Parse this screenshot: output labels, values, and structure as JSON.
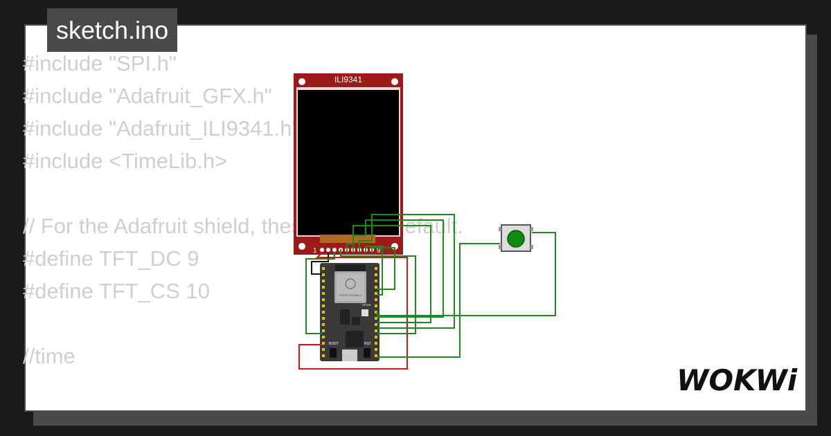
{
  "file_tab": {
    "label": "sketch.ino"
  },
  "code_lines": [
    "#include \"SPI.h\"",
    "#include \"Adafruit_GFX.h\"",
    "#include \"Adafruit_ILI9341.h\"",
    "#include <TimeLib.h>",
    "",
    "// For the Adafruit shield, these are the default.",
    "#define TFT_DC 9",
    "#define TFT_CS 10",
    "",
    "//time"
  ],
  "display": {
    "label": "ILI9341",
    "pin_first": "1",
    "pin_last": "9"
  },
  "board": {
    "chip_label": "ESP32-C3-MINI-1",
    "gpio_label": "GPIO8",
    "boot_label": "BOOT",
    "rst_label": "RST"
  },
  "brand": {
    "logo_text": "WOKWi"
  },
  "colors": {
    "board_red": "#9c1a1a",
    "wire_green": "#1a8a1a",
    "wire_red": "#d11",
    "button_green": "#118a11"
  }
}
